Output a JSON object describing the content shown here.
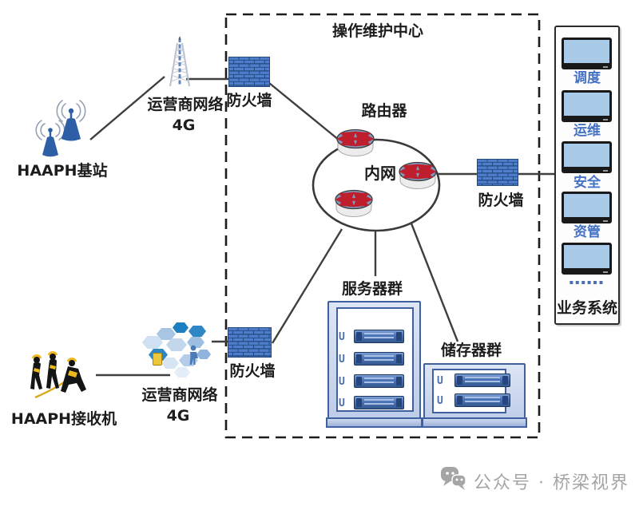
{
  "title": "操作维护中心",
  "colors": {
    "label_blue": "#4472c4",
    "firewall_blue": "#4d7dcb",
    "screen_blue": "#a9cbe9",
    "arrow_red": "#bf1f2d"
  },
  "nodes": {
    "base_station": {
      "label": "HAAPH基站"
    },
    "receiver": {
      "label": "HAAPH接收机"
    },
    "carrier_top": {
      "line1": "运营商网络",
      "line2": "4G"
    },
    "carrier_bottom": {
      "line1": "运营商网络",
      "line2": "4G"
    },
    "firewall_top": {
      "label": "防火墙"
    },
    "firewall_right": {
      "label": "防火墙"
    },
    "firewall_bottom": {
      "label": "防火墙"
    },
    "router_group": {
      "label": "路由器"
    },
    "intranet": {
      "label": "内网"
    },
    "server_cluster": {
      "label": "服务器群",
      "unit_markers": [
        "U",
        "U",
        "U",
        "U"
      ]
    },
    "storage_cluster": {
      "label": "储存器群",
      "unit_markers": [
        "U",
        "U"
      ]
    }
  },
  "business_panel": {
    "title": "业务系统",
    "monitor_labels": [
      "调度",
      "运维",
      "安全",
      "资管"
    ],
    "more_dots": "▪▪▪▪▪▪"
  },
  "watermark": {
    "text": "公众号 · 桥梁视界"
  }
}
